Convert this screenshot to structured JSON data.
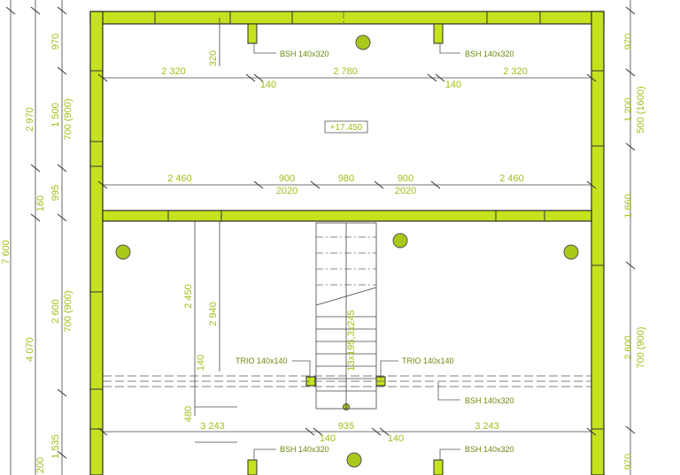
{
  "plan": {
    "elevation": "+17.450",
    "top_dims": [
      "2 320",
      "2 780",
      "2 320"
    ],
    "top_small": [
      "140",
      "140"
    ],
    "top_depth": "320",
    "mid_dims": [
      "2 460",
      "900",
      "980",
      "900",
      "2 460"
    ],
    "mid_sub": [
      "2020",
      "2020"
    ],
    "bottom_dims": [
      "3 243",
      "935",
      "3 243"
    ],
    "bottom_small": [
      "140",
      "140"
    ],
    "left_outer": [
      "7 600"
    ],
    "left_mid": [
      "2 970",
      "4 070"
    ],
    "left_inner": [
      "970",
      "1 500",
      "995",
      "160",
      "2 600",
      "1 535",
      "200"
    ],
    "left_inner_sub": [
      "700 (900)",
      "700 (900)"
    ],
    "right_dims": [
      "970",
      "1 200",
      "1 860",
      "2 600",
      "970"
    ],
    "right_sub": [
      "500 (1600)",
      "700 (900)"
    ],
    "inner_vert": [
      "2 450",
      "2 940",
      "140",
      "480"
    ],
    "stair_label": "13x195,3x245",
    "beam_labels": [
      "BSH 140x320",
      "BSH 140x320",
      "BSH 140x320",
      "BSH 140x320",
      "BSH 140x320"
    ],
    "trio_labels": [
      "TRIO 140x140",
      "TRIO 140x140"
    ],
    "accent": "#c6e21f"
  }
}
